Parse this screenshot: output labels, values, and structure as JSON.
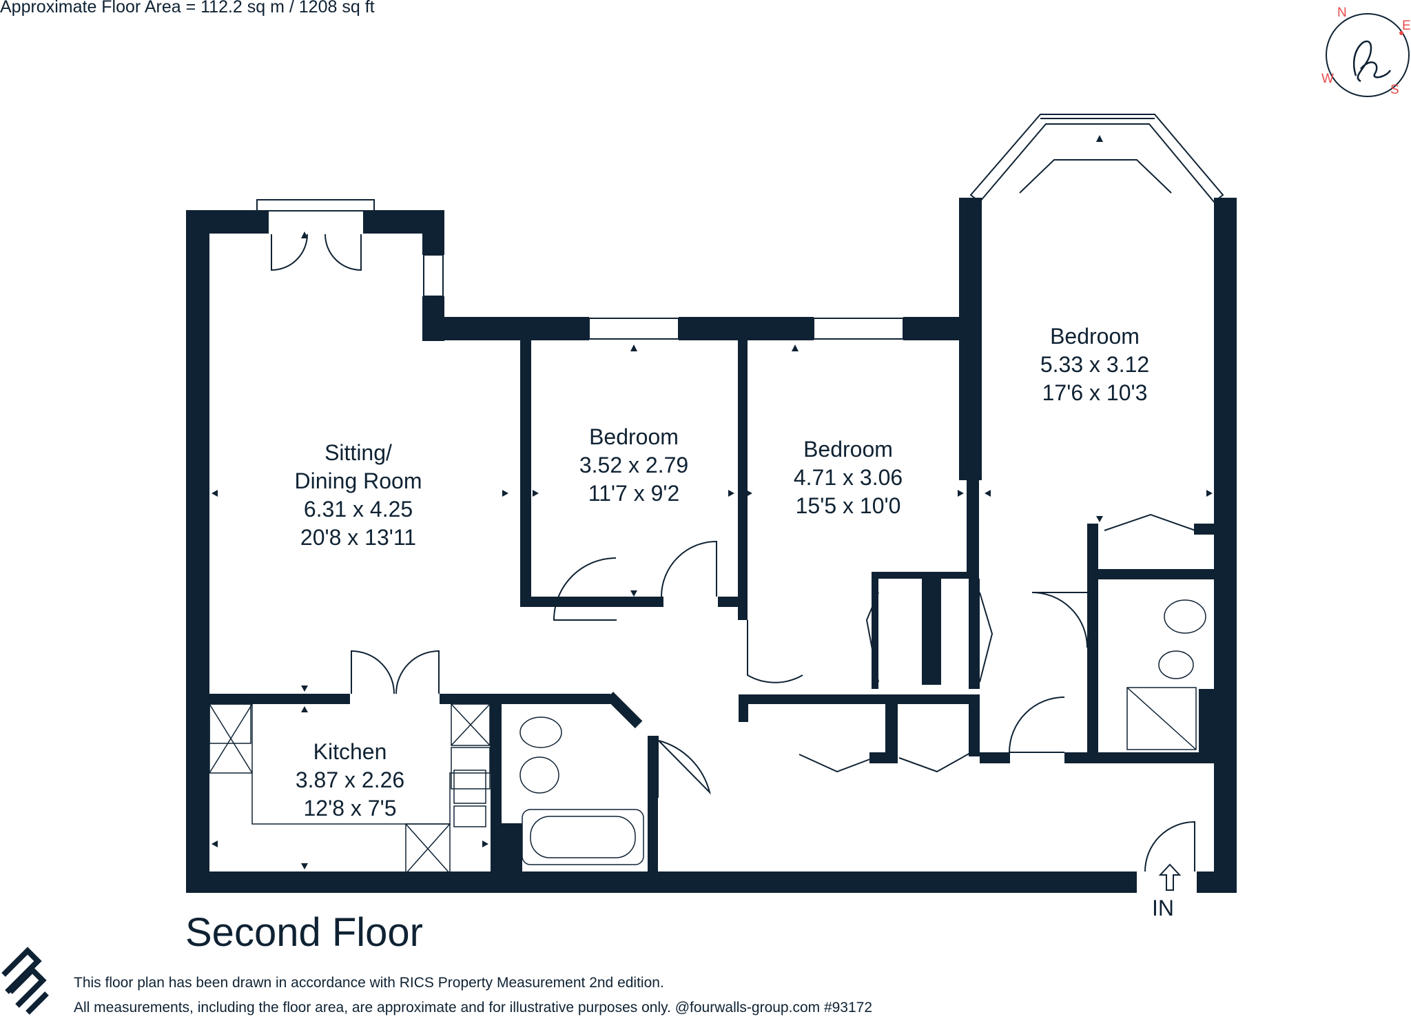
{
  "header": {
    "floor_area": "Approximate Floor Area = 112.2 sq m / 1208 sq ft"
  },
  "floor_title": "Second Floor",
  "rooms": [
    {
      "name_line1": "Sitting/",
      "name_line2": "Dining Room",
      "metric": "6.31 x 4.25",
      "imperial": "20'8 x 13'11"
    },
    {
      "name": "Bedroom",
      "metric": "3.52 x 2.79",
      "imperial": "11'7 x 9'2"
    },
    {
      "name": "Bedroom",
      "metric": "4.71 x 3.06",
      "imperial": "15'5 x 10'0"
    },
    {
      "name": "Bedroom",
      "metric": "5.33 x 3.12",
      "imperial": "17'6 x 10'3"
    },
    {
      "name": "Kitchen",
      "metric": "3.87 x 2.26",
      "imperial": "12'8 x 7'5"
    }
  ],
  "entrance_label": "IN",
  "compass": {
    "n": "N",
    "e": "E",
    "s": "S",
    "w": "W",
    "logo_text": "h"
  },
  "footer": {
    "line1": "This floor plan has been drawn in accordance with RICS Property Measurement 2nd edition.",
    "line2": "All measurements, including the floor area, are approximate and for illustrative purposes only. @fourwalls-group.com #93172"
  },
  "colors": {
    "wall": "#0f2233",
    "compass_accent": "#e94b4b",
    "background": "#ffffff"
  }
}
